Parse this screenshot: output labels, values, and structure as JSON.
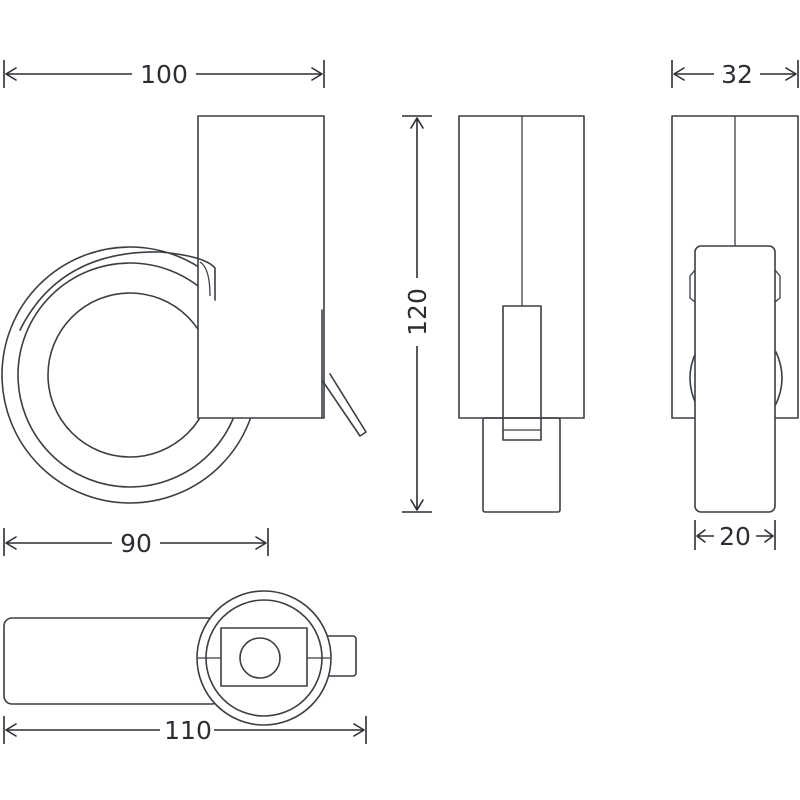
{
  "dimensions": {
    "top_width": "100",
    "wheel_diameter": "90",
    "total_height": "120",
    "side_width": "32",
    "wheel_width": "20",
    "total_length": "110"
  },
  "colors": {
    "line": "#3a3f44",
    "background": "#ffffff"
  }
}
